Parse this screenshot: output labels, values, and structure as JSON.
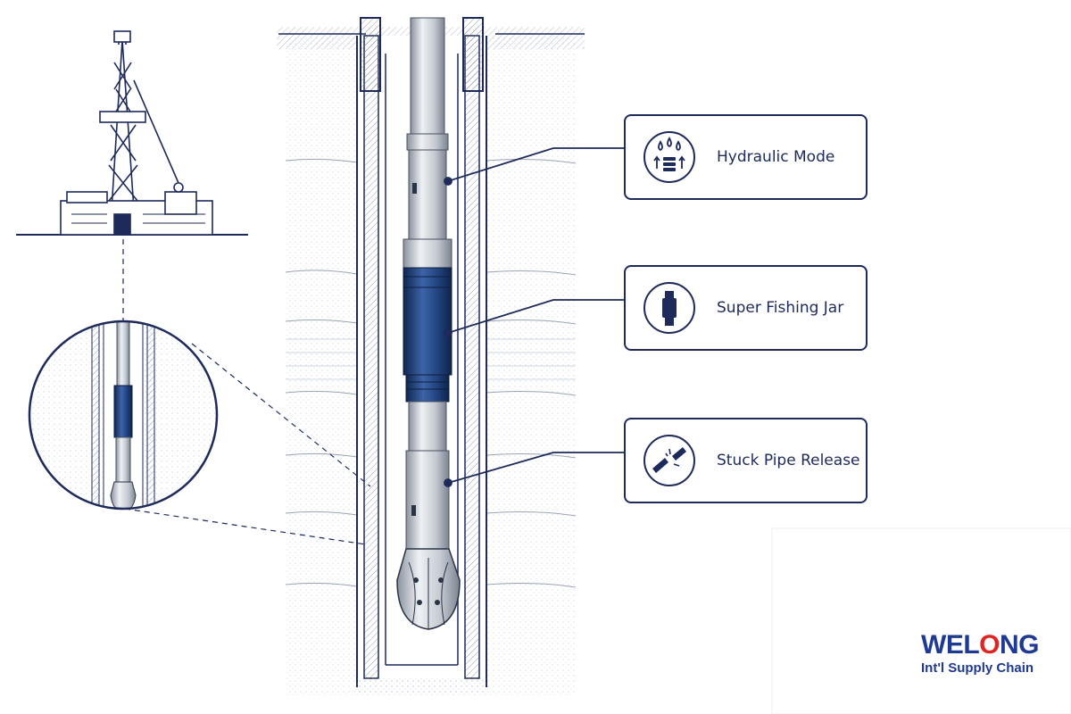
{
  "callouts": [
    {
      "label": "Hydraulic Mode",
      "icon": "hydraulic-droplets-icon"
    },
    {
      "label": "Super Fishing Jar",
      "icon": "fishing-jar-icon"
    },
    {
      "label": "Stuck Pipe Release",
      "icon": "broken-pipe-icon"
    }
  ],
  "logo": {
    "brand_a": "WEL",
    "brand_o": "O",
    "brand_b": "NG",
    "tagline": "Int'l Supply Chain"
  },
  "colors": {
    "navy": "#1d2a5a",
    "steel": "#c9ced6",
    "jar_blue": "#1e3f7a",
    "brand_blue": "#1f3a93",
    "brand_red": "#e02424"
  }
}
